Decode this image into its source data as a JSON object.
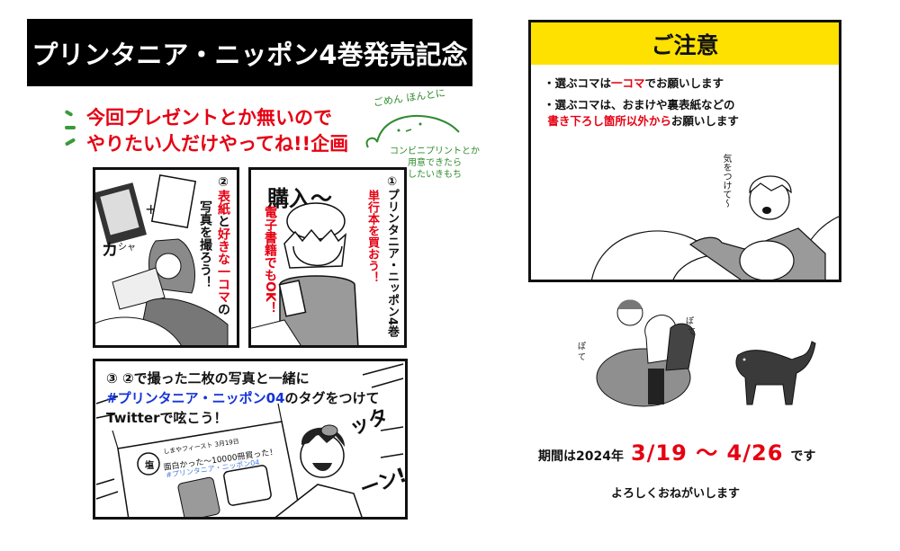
{
  "title_banner": {
    "text": "プリンタニア・ニッポン4巻発売記念"
  },
  "headline": {
    "line1": "今回プレゼントとか無いので",
    "line2": "やりたい人だけやってね!!企画",
    "color": "#e60012"
  },
  "doodle_note": {
    "top": "ごめん ほんとに",
    "bottom_lines": [
      "コンビニプリントとか",
      "用意できたら",
      "したいきもち"
    ],
    "color": "#2e8b2e"
  },
  "panels": [
    {
      "number": "①",
      "sfx": "購入～",
      "main_text": "プリンタニア・ニッポン4巻",
      "red_text_1": "単行本を買おう！",
      "red_text_2": "電子書籍でもOK！"
    },
    {
      "number": "②",
      "sfx": "カシャ",
      "text_part1_red": "表紙",
      "text_part2": "と",
      "text_part3_red": "好きな一コマ",
      "text_part4": "の",
      "text_line2": "写真を撮ろう！"
    },
    {
      "number": "③",
      "line1": "②で撮った二枚の写真と一緒に",
      "hashtag": "#プリンタニア・ニッポン04",
      "line2_suffix": "のタグをつけて",
      "line3": "Twitterで呟こう！",
      "sfx": "ッターン!",
      "tweet": {
        "avatar": "塩",
        "header": "しまやフィースト 3月19日",
        "body": "面白かった～10000冊買った！",
        "tag": "#プリンタニア・ニッポン04"
      }
    }
  ],
  "notice": {
    "header": "ご注意",
    "header_bg": "#ffe100",
    "items": [
      {
        "prefix": "・選ぶコマは",
        "highlight": "一コマ",
        "suffix": "でお願いします"
      },
      {
        "prefix": "・選ぶコマは、おまけや裏表紙などの",
        "highlight": "書き下ろし箇所以外から",
        "suffix": "お願いします"
      }
    ],
    "speech": "気をつけて～"
  },
  "sfx_pote": [
    "ぽて",
    "ぽて"
  ],
  "period": {
    "prefix": "期間は2024年",
    "range": "3/19 ～ 4/26",
    "suffix": "です"
  },
  "closing": "よろしくおねがいします"
}
